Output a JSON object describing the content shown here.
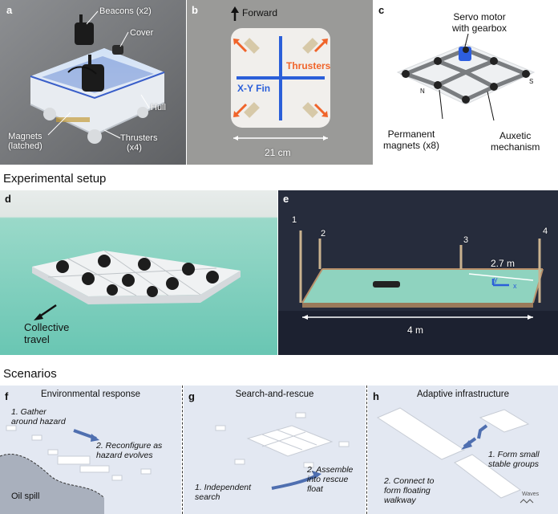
{
  "panels": {
    "a": {
      "letter": "a",
      "beacons": "Beacons (x2)",
      "cover": "Cover",
      "hull": "Hull",
      "magnets": [
        "Magnets",
        "(latched)"
      ],
      "thrusters": [
        "Thrusters",
        "(x4)"
      ]
    },
    "b": {
      "letter": "b",
      "forward": "Forward",
      "thrusters": "Thrusters",
      "fin": "X-Y Fin",
      "width": "21 cm"
    },
    "c": {
      "letter": "c",
      "servo": [
        "Servo motor",
        "with gearbox"
      ],
      "permanent": [
        "Permanent",
        "magnets (x8)"
      ],
      "auxetic": [
        "Auxetic",
        "mechanism"
      ],
      "pole_n": "N",
      "pole_s": "S"
    },
    "experimental_title": "Experimental setup",
    "d": {
      "letter": "d",
      "collective": [
        "Collective",
        "travel"
      ]
    },
    "e": {
      "letter": "e",
      "beacon_numbers": [
        "1",
        "2",
        "3",
        "4"
      ],
      "depth": "2.7 m",
      "length": "4 m",
      "axis_x": "x",
      "axis_y": "y"
    },
    "scenarios_title": "Scenarios",
    "f": {
      "letter": "f",
      "title": "Environmental response",
      "step1": [
        "1. Gather",
        "around hazard"
      ],
      "step2": [
        "2. Reconfigure as",
        "hazard evolves"
      ],
      "oil": "Oil spill"
    },
    "g": {
      "letter": "g",
      "title": "Search-and-rescue",
      "step1": [
        "1. Independent",
        "search"
      ],
      "step2": [
        "2. Assemble",
        "into rescue",
        "float"
      ]
    },
    "h": {
      "letter": "h",
      "title": "Adaptive infrastructure",
      "step1": [
        "1. Form small",
        "stable groups"
      ],
      "step2": [
        "2. Connect to",
        "form floating",
        "walkway"
      ],
      "waves": "Waves"
    }
  },
  "colors": {
    "thruster_orange": "#f0642a",
    "fin_blue": "#2b5fd9",
    "scenario_bg": "#e3e8f2",
    "arrow_blue": "#4f6fb0",
    "pool_water": "#7fd2c0",
    "night_bg": "#262c3c"
  }
}
